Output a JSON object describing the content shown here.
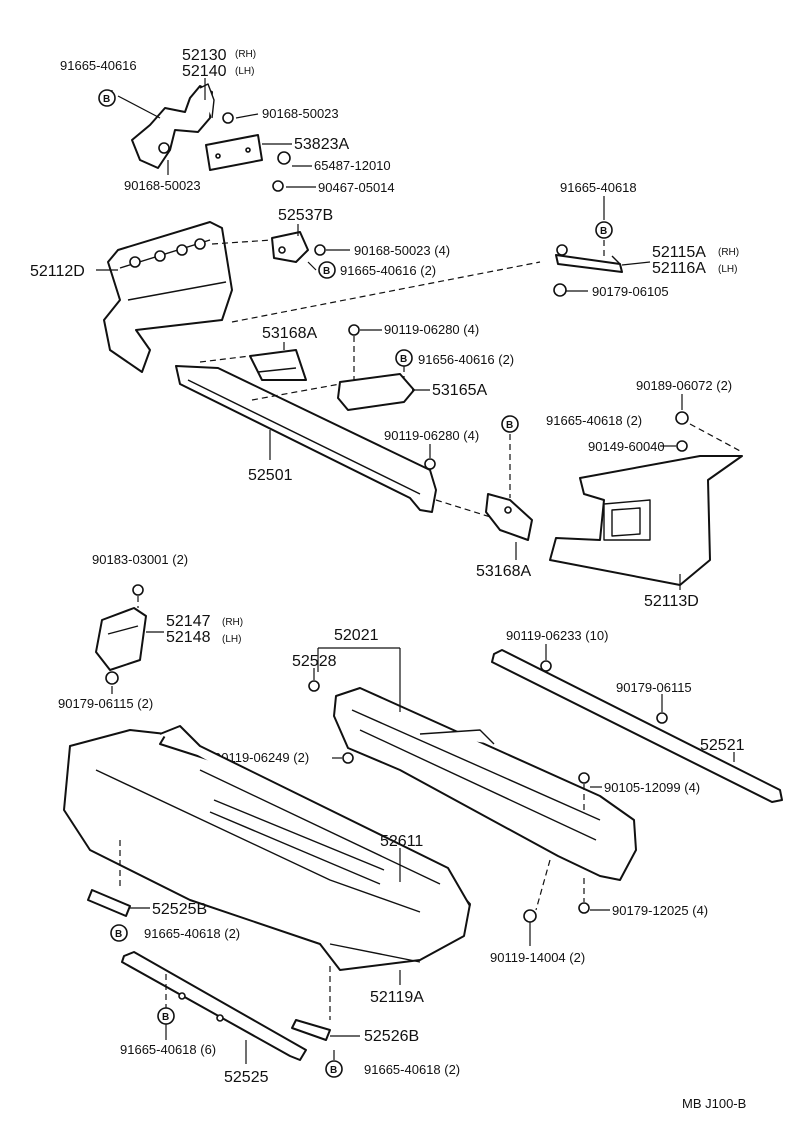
{
  "diagram": {
    "part_labels": {
      "p52130": "52130",
      "p52140": "52140",
      "p53823A": "53823A",
      "p52537B": "52537B",
      "p52112D": "52112D",
      "p52115A": "52115A",
      "p52116A": "52116A",
      "p53168A_top": "53168A",
      "p53165A": "53165A",
      "p52501": "52501",
      "p53168A_bot": "53168A",
      "p52113D": "52113D",
      "p52147": "52147",
      "p52148": "52148",
      "p52021": "52021",
      "p52528": "52528",
      "p52521": "52521",
      "p52611": "52611",
      "p52525B": "52525B",
      "p52119A": "52119A",
      "p52526B": "52526B",
      "p52525": "52525"
    },
    "side_marks": {
      "rh_1": "(RH)",
      "lh_1": "(LH)",
      "rh_2": "(RH)",
      "lh_2": "(LH)",
      "rh_3": "(RH)",
      "lh_3": "(LH)"
    },
    "fastener_labels": {
      "f1": "91665-40616",
      "f2": "90168-50023",
      "f3": "90168-50023",
      "f4": "65487-12010",
      "f5": "90467-05014",
      "f6": "90168-50023 (4)",
      "f7": "91665-40616 (2)",
      "f8": "91665-40618",
      "f9": "90179-06105",
      "f10": "90119-06280 (4)",
      "f11": "91656-40616 (2)",
      "f12": "90189-06072 (2)",
      "f13": "91665-40618 (2)",
      "f14": "90119-06280 (4)",
      "f15": "90149-60040",
      "f16": "90183-03001 (2)",
      "f17": "90179-06115 (2)",
      "f18": "90119-06233 (10)",
      "f19": "90179-06115",
      "f20": "90119-06249 (2)",
      "f21": "90105-12099 (4)",
      "f22": "90179-12025 (4)",
      "f23": "90119-14004 (2)",
      "f24": "91665-40618 (2)",
      "f25": "91665-40618 (6)",
      "f26": "91665-40618 (2)"
    },
    "bolt_mark": "B",
    "footer_code": "MB  J100-B"
  }
}
